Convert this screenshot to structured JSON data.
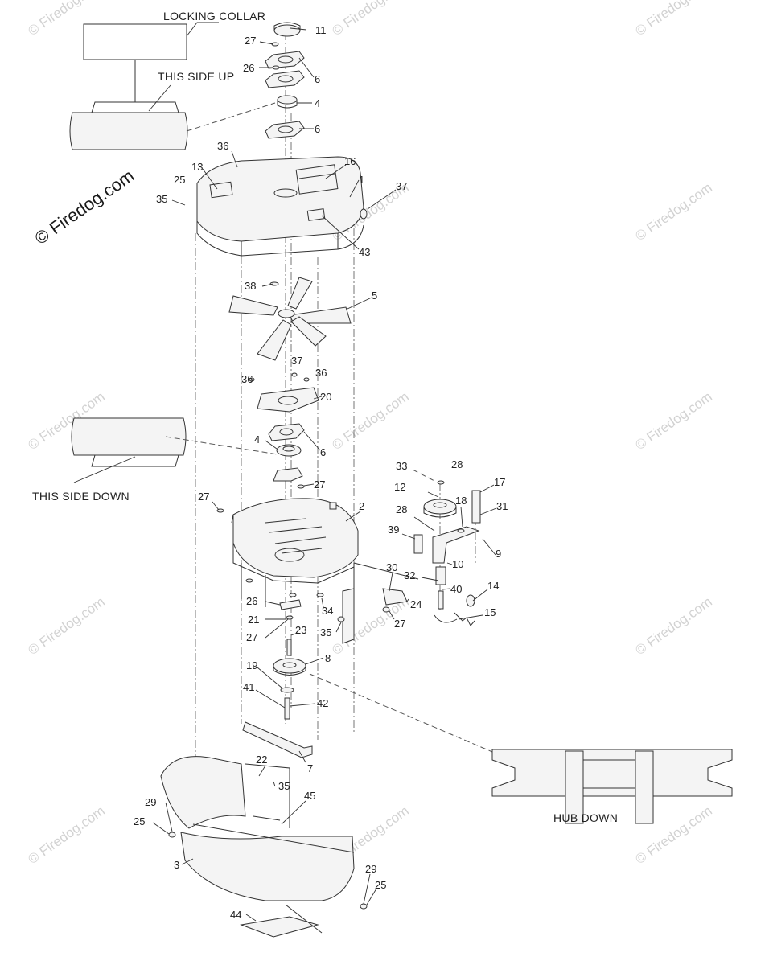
{
  "captions": {
    "locking_collar": "LOCKING COLLAR",
    "this_side_up": "THIS SIDE UP",
    "this_side_down": "THIS SIDE DOWN",
    "hub_down": "HUB DOWN"
  },
  "watermark": {
    "main": "© Firedog.com",
    "tile": "© Firedog.com"
  },
  "callouts": [
    "11",
    "27",
    "26",
    "6",
    "4",
    "6",
    "36",
    "16",
    "25",
    "13",
    "1",
    "37",
    "35",
    "43",
    "38",
    "5",
    "37",
    "36",
    "36",
    "20",
    "4",
    "6",
    "27",
    "33",
    "28",
    "17",
    "12",
    "18",
    "31",
    "28",
    "2",
    "27",
    "39",
    "9",
    "10",
    "30",
    "32",
    "14",
    "40",
    "27",
    "24",
    "26",
    "34",
    "21",
    "15",
    "27",
    "35",
    "23",
    "8",
    "19",
    "41",
    "42",
    "7",
    "22",
    "35",
    "45",
    "29",
    "25",
    "3",
    "29",
    "25",
    "44"
  ]
}
